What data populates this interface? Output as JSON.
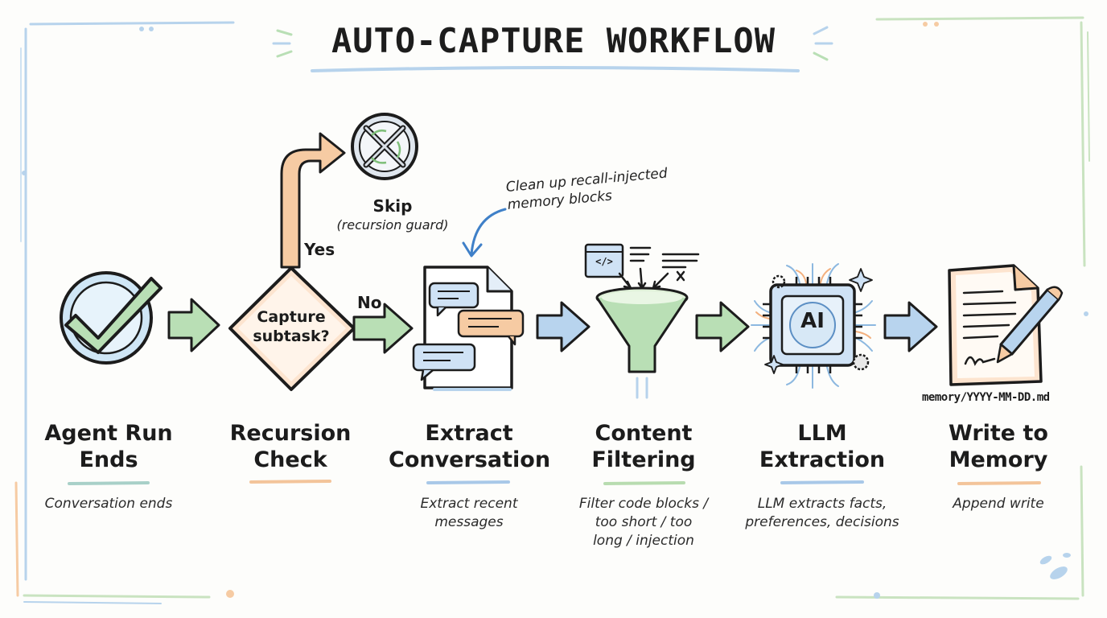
{
  "title": "AUTO-CAPTURE WORKFLOW",
  "decision": {
    "question": "Capture subtask?",
    "yes_label": "Yes",
    "no_label": "No"
  },
  "skip": {
    "title": "Skip",
    "subtitle": "(recursion guard)"
  },
  "annotation": {
    "line1": "Clean up recall-injected",
    "line2": "memory blocks"
  },
  "chip_text": "AI",
  "code_tag": "</>",
  "output_file": "memory/YYYY-MM-DD.md",
  "steps": [
    {
      "title_line1": "Agent Run",
      "title_line2": "Ends",
      "desc": [
        "Conversation ends"
      ],
      "underline": "#a8d0c8"
    },
    {
      "title_line1": "Recursion",
      "title_line2": "Check",
      "desc": [],
      "underline": "#f3c49a"
    },
    {
      "title_line1": "Extract",
      "title_line2": "Conversation",
      "desc": [
        "Extract recent",
        "messages"
      ],
      "underline": "#a8c8e8"
    },
    {
      "title_line1": "Content",
      "title_line2": "Filtering",
      "desc": [
        "Filter code blocks /",
        "too short / too",
        "long / injection"
      ],
      "underline": "#b8dcb0"
    },
    {
      "title_line1": "LLM",
      "title_line2": "Extraction",
      "desc": [
        "LLM extracts facts,",
        "preferences, decisions"
      ],
      "underline": "#a8c8e8"
    },
    {
      "title_line1": "Write to",
      "title_line2": "Memory",
      "desc": [
        "Append write"
      ],
      "underline": "#f3c49a"
    }
  ],
  "icons": {
    "step1": "check-circle-icon",
    "step2": "decision-diamond-icon",
    "step3": "chat-document-icon",
    "step4": "filter-funnel-icon",
    "step5": "ai-chip-icon",
    "step6": "document-pencil-icon",
    "skip": "skip-cross-icon"
  },
  "colors": {
    "green": "#b9dfb5",
    "blue": "#b8d4ee",
    "orange": "#f6cba3",
    "ink": "#1c1c1c"
  }
}
